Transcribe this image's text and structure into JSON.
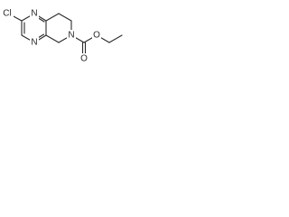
{
  "molecule": {
    "atoms": {
      "chlorine": "Cl",
      "ring_nitrogen_top": "N",
      "ring_nitrogen_bottom": "N",
      "amine_nitrogen": "N",
      "carbonyl_oxygen": "O",
      "ester_oxygen": "O"
    }
  }
}
